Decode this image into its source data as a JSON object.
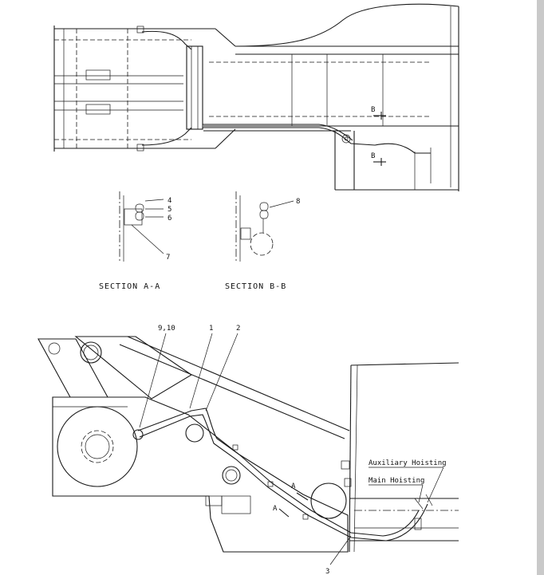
{
  "top_view": {
    "callout_b_upper": "B",
    "callout_b_lower": "B"
  },
  "section_aa": {
    "title": "SECTION A-A",
    "callouts": [
      "4",
      "5",
      "6",
      "7"
    ]
  },
  "section_bb": {
    "title": "SECTION B-B",
    "callouts": [
      "8"
    ]
  },
  "side_view": {
    "callout_9_10": "9,10",
    "callout_1": "1",
    "callout_2": "2",
    "callout_3": "3",
    "callout_a_upper": "A",
    "callout_a_lower": "A",
    "label_auxiliary": "Auxiliary Hoisting",
    "label_main": "Main Hoisting"
  }
}
